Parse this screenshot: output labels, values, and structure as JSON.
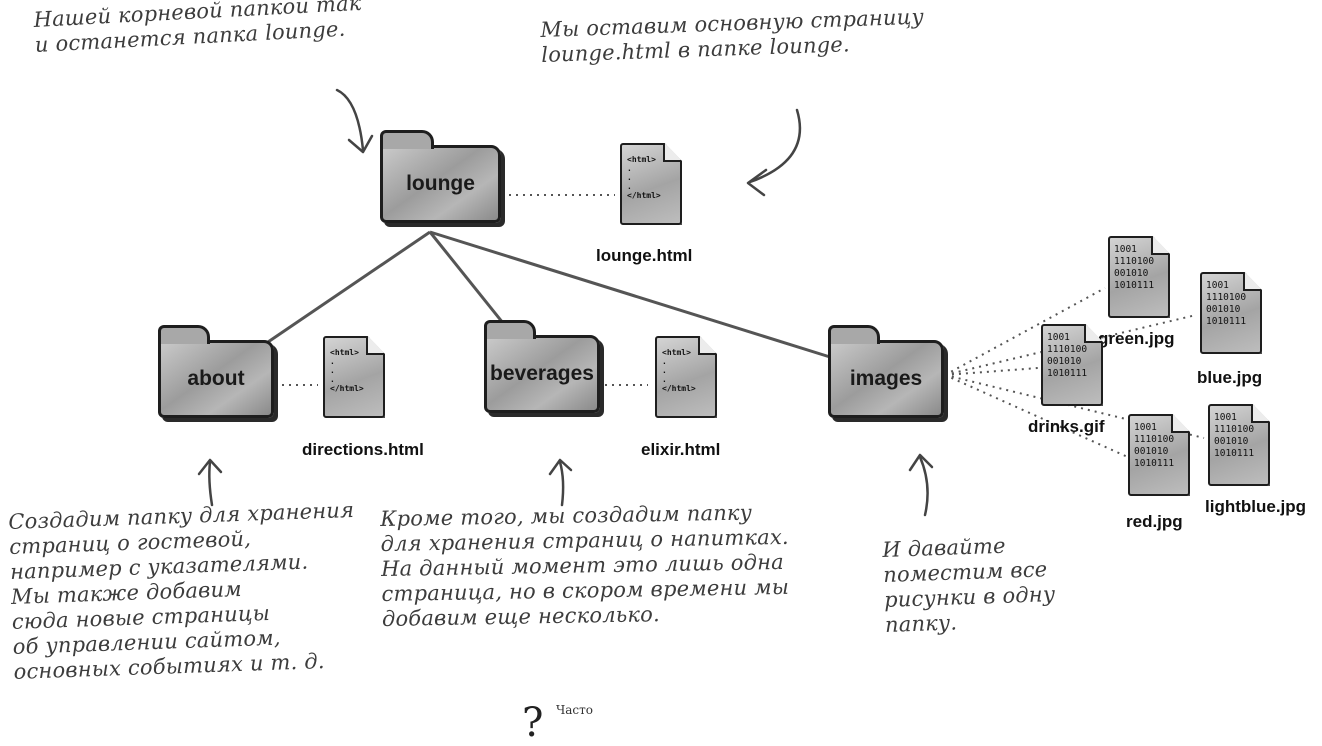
{
  "annotations": {
    "root": "Нашей корневой папкой так\nи останется папка lounge.",
    "main_page": "Мы оставим основную страницу\nlounge.html в папке lounge.",
    "about": "Создадим папку для хранения\nстраниц о гостевой,\nнапример с указателями.\nМы также добавим\nсюда новые страницы\nоб управлении сайтом,\nосновных событиях и т. д.",
    "beverages": "Кроме того, мы создадим папку\nдля хранения страниц о напитках.\nНа данный момент это лишь одна\nстраница, но в скором времени мы\nдобавим еще несколько.",
    "images": "И давайте\nпоместим все\nрисунки в одну\nпапку."
  },
  "folders": {
    "lounge": "lounge",
    "about": "about",
    "beverages": "beverages",
    "images": "images"
  },
  "html_file": {
    "open_tag": "<html>",
    "dots": ".\n.\n.",
    "close_tag": "</html>"
  },
  "image_file": {
    "binary": "1001\n1110100\n001010\n1010111"
  },
  "files": {
    "lounge_html": "lounge.html",
    "directions_html": "directions.html",
    "elixir_html": "elixir.html",
    "green_jpg": "green.jpg",
    "blue_jpg": "blue.jpg",
    "drinks_gif": "drinks.gif",
    "red_jpg": "red.jpg",
    "lightblue_jpg": "lightblue.jpg"
  },
  "footer": {
    "often": "Часто",
    "qmark": "?"
  }
}
